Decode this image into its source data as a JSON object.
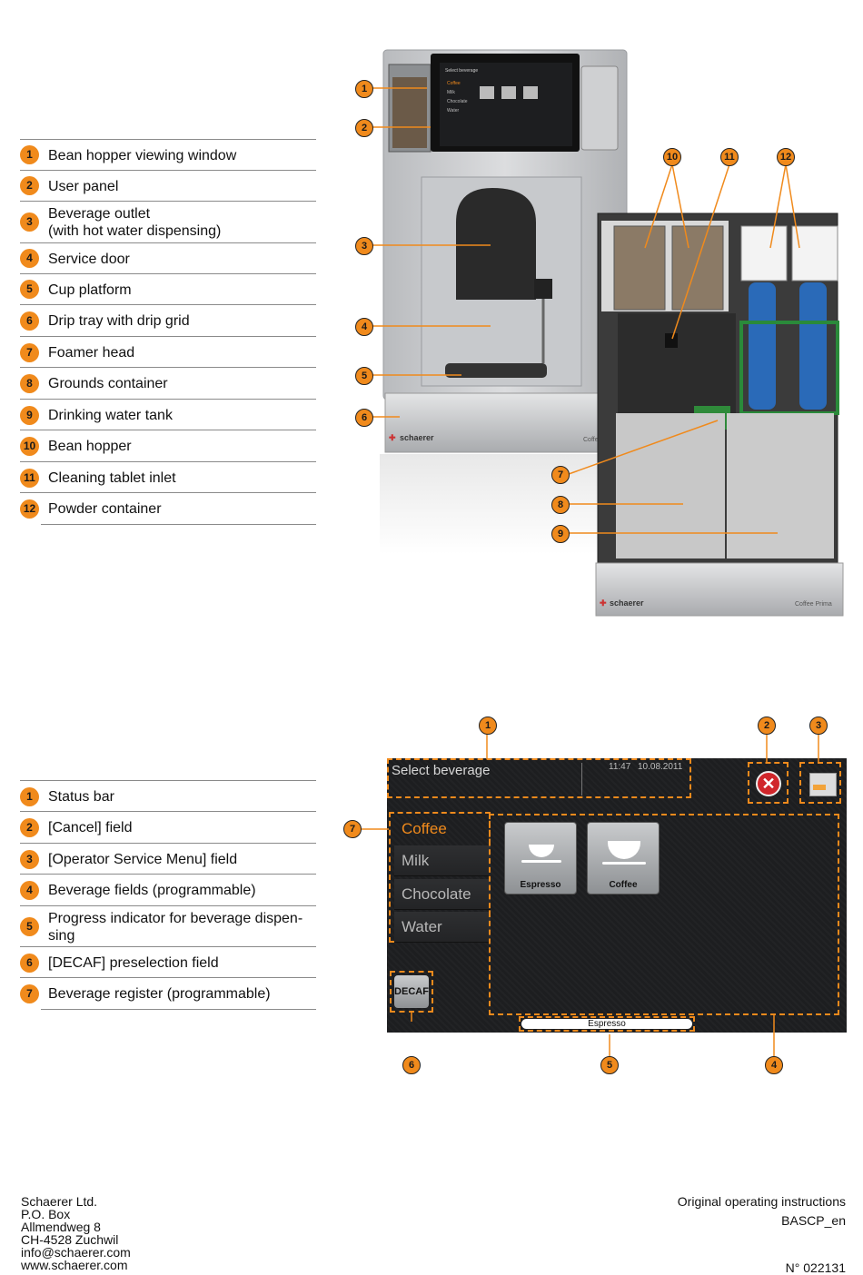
{
  "legend_top": [
    {
      "num": "1",
      "label": "Bean hopper viewing window"
    },
    {
      "num": "2",
      "label": "User panel"
    },
    {
      "num": "3",
      "label": "Beverage outlet\n(with hot water dispensing)"
    },
    {
      "num": "4",
      "label": "Service door"
    },
    {
      "num": "5",
      "label": "Cup platform"
    },
    {
      "num": "6",
      "label": "Drip tray with drip grid"
    },
    {
      "num": "7",
      "label": "Foamer head"
    },
    {
      "num": "8",
      "label": "Grounds container"
    },
    {
      "num": "9",
      "label": "Drinking water tank"
    },
    {
      "num": "10",
      "label": "Bean hopper"
    },
    {
      "num": "11",
      "label": "Cleaning tablet inlet"
    },
    {
      "num": "12",
      "label": "Powder container"
    }
  ],
  "legend_bottom": [
    {
      "num": "1",
      "label": "Status bar"
    },
    {
      "num": "2",
      "label": "[Cancel] field"
    },
    {
      "num": "3",
      "label": "[Operator Service Menu] field"
    },
    {
      "num": "4",
      "label": "Beverage fields (programmable)"
    },
    {
      "num": "5",
      "label": "Progress indicator for beverage dispen-\nsing"
    },
    {
      "num": "6",
      "label": "[DECAF] preselection field"
    },
    {
      "num": "7",
      "label": "Beverage register (programmable)"
    }
  ],
  "machine": {
    "brand": "schaerer",
    "model": "Coffee Prima",
    "model_partial": "Coffee"
  },
  "mini_screen": {
    "status": "Select beverage",
    "menu": [
      "Coffee",
      "Milk",
      "Chocolate",
      "Water"
    ]
  },
  "screen": {
    "status_text": "Select beverage",
    "time": "11:47",
    "date": "10.08.2011",
    "registers": [
      "Coffee",
      "Milk",
      "Chocolate",
      "Water"
    ],
    "beverages": [
      "Espresso",
      "Coffee"
    ],
    "decaf_label": "DECAF",
    "progress_label": "Espresso",
    "active_color": "#f08a1c"
  },
  "callouts_photo": [
    "1",
    "2",
    "3",
    "4",
    "5",
    "6",
    "7",
    "8",
    "9",
    "10",
    "11",
    "12"
  ],
  "callouts_screen": [
    "1",
    "2",
    "3",
    "4",
    "5",
    "6",
    "7"
  ],
  "footer": {
    "company": "Schaerer Ltd.",
    "po_box": "P.O. Box",
    "street": "Allmendweg 8",
    "city": "CH-4528 Zuchwil",
    "email": "info@schaerer.com",
    "web": "www.schaerer.com",
    "doc_title": "Original operating instructions",
    "doc_code": "BASCP_en",
    "doc_number": "N° 022131"
  }
}
